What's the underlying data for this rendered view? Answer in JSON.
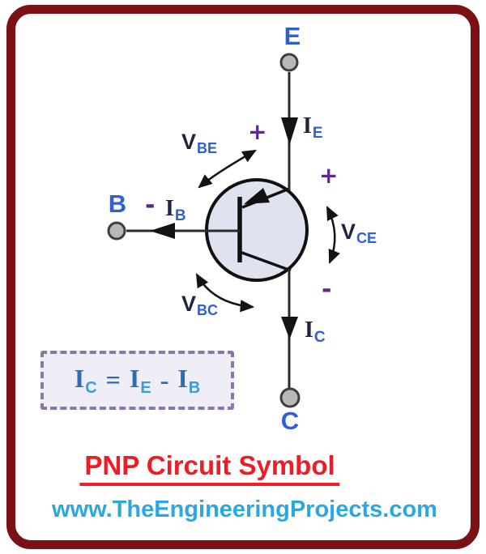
{
  "terminals": {
    "emitter": "E",
    "base": "B",
    "collector": "C"
  },
  "currents": {
    "ie": {
      "base": "I",
      "sub": "E"
    },
    "ib": {
      "base": "I",
      "sub": "B"
    },
    "ic": {
      "base": "I",
      "sub": "C"
    }
  },
  "voltages": {
    "vbe": {
      "base": "V",
      "sub": "BE"
    },
    "vce": {
      "base": "V",
      "sub": "CE"
    },
    "vbc": {
      "base": "V",
      "sub": "BC"
    }
  },
  "signs": {
    "plus_top": "+",
    "plus_right": "+",
    "minus_left": "-",
    "minus_right": "-"
  },
  "formula": {
    "lhs": {
      "base": "I",
      "sub": "C"
    },
    "equals": "=",
    "term1": {
      "base": "I",
      "sub": "E"
    },
    "operator": "-",
    "term2": {
      "base": "I",
      "sub": "B"
    }
  },
  "footer": {
    "title": "PNP Circuit Symbol",
    "website": "www.TheEngineeringProjects.com"
  },
  "colors": {
    "frame": "#7c1115",
    "terminal_label": "#2e5fd3",
    "sign_purple": "#5b2a8a",
    "label_navy": "#1d2340",
    "subscript_blue": "#2e5fd3",
    "formula_main": "#2b6cb8",
    "formula_sub": "#3d9bd9",
    "formula_box_border": "#8a76ad",
    "formula_box_bg": "#efeef6",
    "transistor_fill": "#dfe3ef",
    "terminal_fill": "#b8b8b8",
    "wire": "#2b2b2b",
    "title_red": "#ee1c25",
    "website_blue": "#2aa8e0"
  }
}
